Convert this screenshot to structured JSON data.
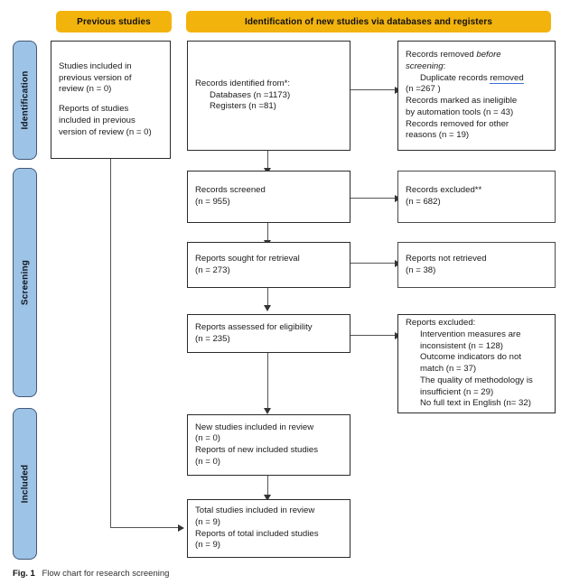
{
  "figure": {
    "label": "Fig. 1",
    "caption": "Flow chart for research screening"
  },
  "colors": {
    "header_orange": "#F3B30D",
    "stage_blue": "#9DC3E6",
    "stage_border": "#41597A",
    "box_border": "#2b2b2b",
    "connector": "#545454",
    "spellcheck_underline": "#3b6fd4"
  },
  "headers": {
    "previous": "Previous studies",
    "identification": "Identification of new studies via databases and registers"
  },
  "stages": [
    {
      "id": "identification",
      "label": "Identification"
    },
    {
      "id": "screening",
      "label": "Screening"
    },
    {
      "id": "included",
      "label": "Included"
    }
  ],
  "boxes": {
    "previous_included": {
      "lines": [
        "Studies included in",
        "previous version of",
        "review (n = 0)",
        "",
        "Reports of studies",
        "included in previous",
        "version of review (n = 0)"
      ]
    },
    "records_identified": {
      "line1": "Records identified from*:",
      "line2": "Databases (n =1173)",
      "line3": "Registers (n =81)"
    },
    "records_removed": {
      "line1_a": "Records removed ",
      "line1_b": "before",
      "line2_a": "screening",
      "line2_b": ":",
      "line3_a": "Duplicate records ",
      "line3_b": "removed",
      "line4": "(n =267 )",
      "line5": "Records marked as ineligible",
      "line6": "by automation tools (n = 43)",
      "line7": "Records removed for other",
      "line8": "reasons (n = 19)"
    },
    "records_screened": {
      "line1": "Records screened",
      "line2": "(n = 955)"
    },
    "records_excluded": {
      "line1": "Records excluded**",
      "line2": "(n = 682)"
    },
    "reports_sought": {
      "line1": "Reports sought for retrieval",
      "line2": "(n = 273)"
    },
    "reports_not_retrieved": {
      "line1": "Reports not retrieved",
      "line2": "(n = 38)"
    },
    "reports_assessed": {
      "line1": "Reports assessed for eligibility",
      "line2": "(n = 235)"
    },
    "reports_excluded": {
      "line1": "Reports excluded:",
      "line2": "Intervention measures are",
      "line3": "inconsistent (n = 128)",
      "line4": "Outcome indicators do not",
      "line5": "match (n = 37)",
      "line6": "The quality of methodology is",
      "line7": "insufficient (n = 29)",
      "line8": "No full text in English (n= 32)"
    },
    "new_studies": {
      "line1": "New studies included in review",
      "line2": "(n = 0)",
      "line3": "Reports of new included studies",
      "line4": "(n = 0)"
    },
    "total_studies": {
      "line1": "Total studies included in review",
      "line2": "(n = 9)",
      "line3": "Reports of total included studies",
      "line4": "(n = 9)"
    }
  }
}
